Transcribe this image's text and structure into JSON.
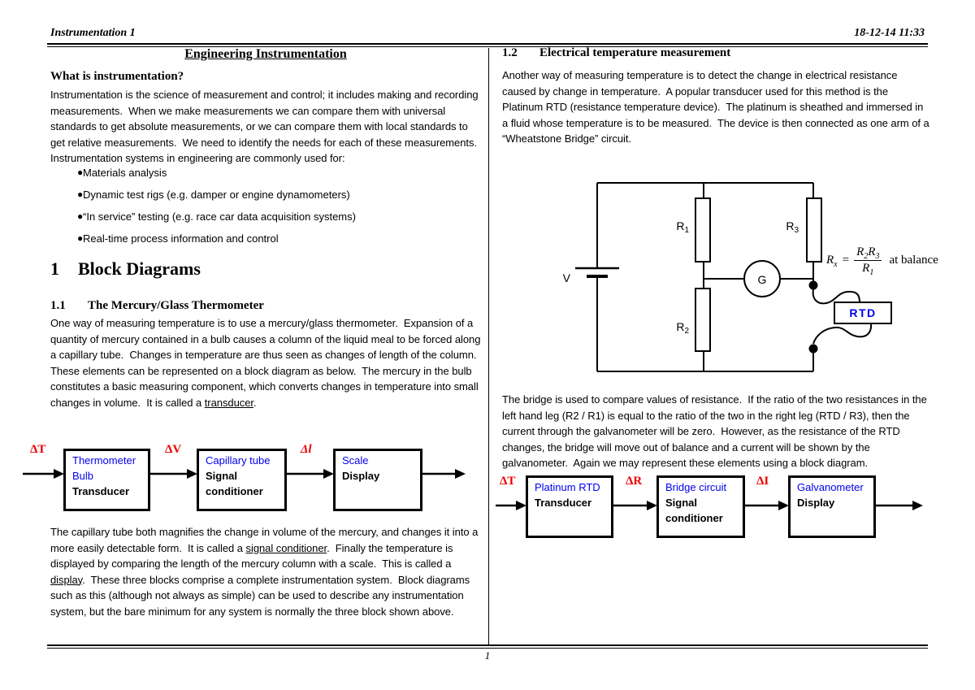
{
  "page": {
    "header": {
      "left": "Instrumentation 1",
      "right": "18-12-14 11:33"
    },
    "footer": {
      "page_number": "1"
    }
  },
  "colors": {
    "accent_blue": "#0000EE",
    "accent_red": "#EE0000",
    "ink": "#000000"
  },
  "left_column": {
    "title": "Engineering Instrumentation",
    "what_heading": "What is instrumentation?",
    "intro": "Instrumentation is the science of measurement and control; it includes making and recording measurements.  When we make measurements we can compare them with universal standards to get absolute measurements, or we can compare them with local standards to get relative measurements.  We need to identify the needs for each of these measurements.  Instrumentation systems in engineering are commonly used for:",
    "bullets": [
      "Materials analysis",
      "Dynamic test rigs (e.g. damper or engine dynamometers)",
      "“In service” testing (e.g. race car data acquisition systems)",
      "Real-time process information and control"
    ],
    "section_1": {
      "number": "1",
      "title": "Block Diagrams"
    },
    "section_1_1": {
      "number": "1.1",
      "title": "The Mercury/Glass Thermometer"
    },
    "mercury_para": [
      {
        "t": "One way of measuring temperature is to use a mercury/glass thermometer.  Expansion of a quantity of mercury contained in a bulb causes a column of the liquid meal to be forced along a capillary tube.  Changes in temperature are thus seen as changes of length of the column.  These elements can be represented on a block diagram as below.  The mercury in the bulb constitutes a basic measuring component, which converts changes in temperature into small changes in volume.  It is called a "
      },
      {
        "t": "transducer",
        "u": true
      },
      {
        "t": "."
      }
    ],
    "block_diagram": {
      "input_label": "ΔT",
      "arrow_label_1": "ΔV",
      "arrow_label_2": "Δl",
      "boxes": [
        {
          "blue": "Thermometer Bulb",
          "black": "Transducer"
        },
        {
          "blue": "Capillary tube",
          "black": "Signal conditioner"
        },
        {
          "blue": "Scale",
          "black": "Display"
        }
      ]
    },
    "capillary_para": [
      {
        "t": "The capillary tube both magnifies the change in volume of the mercury, and changes it into a more easily detectable form.  It is called a "
      },
      {
        "t": "signal conditioner",
        "u": true
      },
      {
        "t": ".  Finally the temperature is displayed by comparing the length of the mercury column with a scale.  This is called a "
      },
      {
        "t": "display",
        "u": true
      },
      {
        "t": ".  These three blocks comprise a complete instrumentation system.  Block diagrams such as this (although not always as simple) can be used to describe any instrumentation system, but the bare minimum for any system is normally the three block shown above."
      }
    ]
  },
  "right_column": {
    "section_1_2": {
      "number": "1.2",
      "title": "Electrical temperature measurement"
    },
    "intro": "Another way of measuring temperature is to detect the change in electrical resistance caused by change in temperature.  A popular transducer used for this method is the Platinum RTD (resistance temperature device).  The platinum is sheathed and immersed in a fluid whose temperature is to be measured.  The device is then connected as one arm of a “Wheatstone Bridge” circuit.",
    "circuit": {
      "v_label": "V",
      "galvanometer_label": "G",
      "rtd_label": "RTD",
      "r1": {
        "base": "R",
        "sub": "1"
      },
      "r2": {
        "base": "R",
        "sub": "2"
      },
      "r3": {
        "base": "R",
        "sub": "3"
      },
      "formula": {
        "lhs_base": "R",
        "lhs_sub": "x",
        "equals": "=",
        "num_a_base": "R",
        "num_a_sub": "2",
        "num_b_base": "R",
        "num_b_sub": "3",
        "den_base": "R",
        "den_sub": "1",
        "suffix": "at balance"
      }
    },
    "bridge_para": "The bridge is used to compare values of resistance.  If the ratio of the two resistances in the left hand leg (R2 / R1) is equal to the ratio of the two in the right leg (RTD / R3), then the current through the galvanometer will be zero.  However, as the resistance of the RTD changes, the bridge will move out of balance and a current will be shown by the galvanometer.  Again we may represent these elements using a block diagram.",
    "block_diagram": {
      "input_label": "ΔT",
      "arrow_label_1": "ΔR",
      "arrow_label_2": "ΔI",
      "boxes": [
        {
          "blue": "Platinum RTD",
          "black": "Transducer"
        },
        {
          "blue": "Bridge circuit",
          "black": "Signal conditioner"
        },
        {
          "blue": "Galvanometer",
          "black": "Display"
        }
      ]
    }
  }
}
